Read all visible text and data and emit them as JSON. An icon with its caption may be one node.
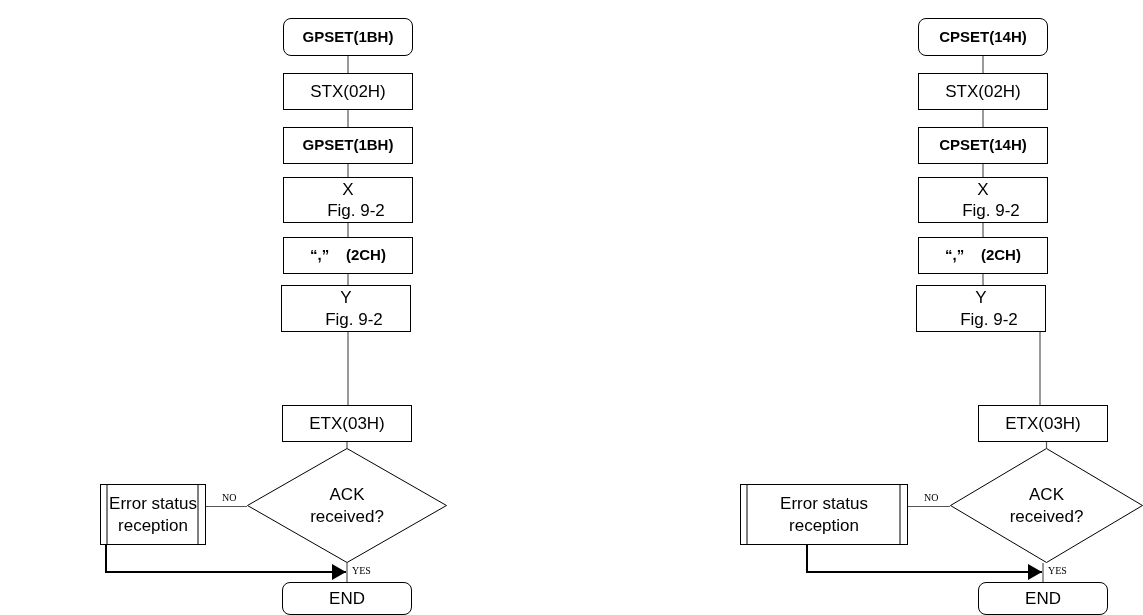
{
  "diagram": {
    "nodes": [
      {
        "text": [
          "GPSET(1BH)"
        ]
      },
      {
        "text": [
          "STX(02H)"
        ]
      },
      {
        "text": [
          "GPSET(1BH)"
        ]
      },
      {
        "text": [
          "X",
          "Fig. 9-2"
        ]
      },
      {
        "text": [
          "“,”    (2CH)"
        ]
      },
      {
        "text": [
          "Y",
          "Fig. 9-2"
        ]
      },
      {
        "text": [
          "ETX(03H)"
        ]
      },
      {
        "text": [
          "ACK received?"
        ]
      },
      {
        "text": [
          "Error status reception"
        ]
      },
      {
        "text": [
          "END"
        ]
      },
      {
        "text": [
          "CPSET(14H)"
        ]
      },
      {
        "text": [
          "STX(02H)"
        ]
      },
      {
        "text": [
          "CPSET(14H)"
        ]
      },
      {
        "text": [
          "X",
          "Fig. 9-2"
        ]
      },
      {
        "text": [
          "“,”    (2CH)"
        ]
      },
      {
        "text": [
          "Y",
          "Fig. 9-2"
        ]
      },
      {
        "text": [
          "ETX(03H)"
        ]
      },
      {
        "text": [
          "ACK received?"
        ]
      },
      {
        "text": [
          "Error status reception"
        ]
      },
      {
        "text": [
          "END"
        ]
      }
    ],
    "edges": [
      {
        "from": 0,
        "to": 1,
        "arrow": "none"
      },
      {
        "from": 1,
        "to": 2,
        "arrow": "none"
      },
      {
        "from": 2,
        "to": 3,
        "arrow": "none"
      },
      {
        "from": 3,
        "to": 4,
        "arrow": "none"
      },
      {
        "from": 4,
        "to": 5,
        "arrow": "none"
      },
      {
        "from": 5,
        "to": 6,
        "arrow": "none"
      },
      {
        "from": 6,
        "to": 7,
        "arrow": "none"
      },
      {
        "from": 7,
        "to": 8,
        "arrow": "none",
        "label": "NO"
      },
      {
        "from": 7,
        "to": 9,
        "arrow": "none",
        "label": "YES"
      },
      {
        "from": 8,
        "to": 9,
        "arrow": "to"
      },
      {
        "from": 10,
        "to": 11,
        "arrow": "none"
      },
      {
        "from": 11,
        "to": 12,
        "arrow": "none"
      },
      {
        "from": 12,
        "to": 13,
        "arrow": "none"
      },
      {
        "from": 13,
        "to": 14,
        "arrow": "none"
      },
      {
        "from": 14,
        "to": 15,
        "arrow": "none"
      },
      {
        "from": 15,
        "to": 16,
        "arrow": "none"
      },
      {
        "from": 16,
        "to": 17,
        "arrow": "none"
      },
      {
        "from": 17,
        "to": 18,
        "arrow": "none",
        "label": "NO"
      },
      {
        "from": 17,
        "to": 19,
        "arrow": "none",
        "label": "YES"
      },
      {
        "from": 18,
        "to": 19,
        "arrow": "to"
      }
    ]
  }
}
